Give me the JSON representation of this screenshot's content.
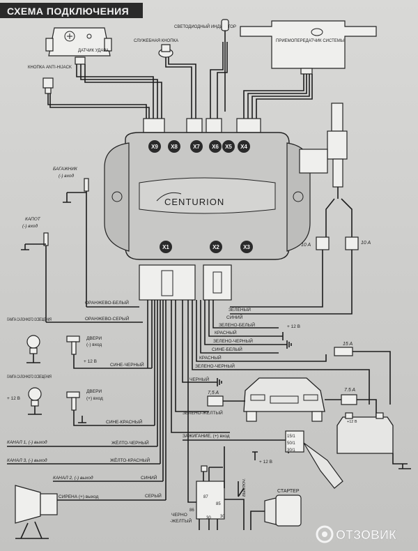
{
  "title": "СХЕМА ПОДКЛЮЧЕНИЯ",
  "brand": "CENTURION",
  "watermark": "ОТЗОВИК",
  "colors": {
    "title_bar": "#2a2a2a",
    "line": "#1c1c1c",
    "paper": "#d6d6d4"
  },
  "components": {
    "shock_sensor": "ДАТЧИК УДАРА",
    "antihijack_button": "КНОПКА ANTI-HIJACK",
    "service_button": "СЛУЖЕБНАЯ КНОПКА",
    "led": "СВЕТОДИОДНЫЙ ИНДИКАТОР",
    "transceiver": "ПРИЕМОПЕРЕДАТЧИК СИСТЕМЫ",
    "trunk": "БАГАЖНИК",
    "trunk_input": "(-) вход",
    "hood": "КАПОТ",
    "hood_input": "(-) вход",
    "cabin_lamp_1": "ЛАМПА САЛОННОГО ОСВЕЩЕНИЯ",
    "cabin_lamp_2": "ЛАМПА САЛОННОГО ОСВЕЩЕНИЯ",
    "doors_minus": "ДВЕРИ",
    "doors_minus_input": "(-) вход",
    "doors_plus": "ДВЕРИ",
    "doors_plus_input": "(+) вход",
    "plus12_1": "+ 12 В",
    "plus12_2": "+ 12 В",
    "plus12_3": "+ 12 В",
    "plus12_4": "+ 12 В",
    "plus12_batt": "+12 В",
    "fuse_10a_left": "10 A",
    "fuse_10a_right": "10 A",
    "fuse_15a": "15 A",
    "fuse_75a_left": "7,5 A",
    "fuse_75a_right": "7.5 A",
    "ignition": "ЗАЖИГАНИЕ, (+) вход",
    "ch1": "КАНАЛ 1, (-) выход",
    "ch3": "КАНАЛ 3, (-) выход",
    "ch2": "КАНАЛ 2, (-) выход",
    "siren": "СИРЕНА (+) выход",
    "starter": "СТАРТЕР",
    "relay_85": "85",
    "relay_86": "86",
    "relay_87": "87",
    "relay_30": "30",
    "relay_30_bot": "30",
    "ign_15": "15/1",
    "ign_50": "50/1",
    "ign_30": "30/1",
    "clutch": "ВЫКЛЮЧ.",
    "black_yellow_1": "ЧЕРНО",
    "black_yellow_2": "-ЖЕЛТЫЙ"
  },
  "connectors": [
    "X9",
    "X8",
    "X7",
    "X6",
    "X5",
    "X4",
    "X1",
    "X2",
    "X3"
  ],
  "wires": {
    "orange_white": "ОРАНЖЕВО-БЕЛЫЙ",
    "orange_gray": "ОРАНЖЕВО-СЕРЫЙ",
    "green": "ЗЕЛЕНЫЙ",
    "blue": "СИНИЙ",
    "green_white": "ЗЕЛЕНО-БЕЛЫЙ",
    "red": "КРАСНЫЙ",
    "green_black": "ЗЕЛЕНО-ЧЕРНЫЙ",
    "blue_white": "СИНЕ-БЕЛЫЙ",
    "red2": "КРАСНЫЙ",
    "green_black2": "ЗЕЛЕНО-ЧЕРНЫЙ",
    "blue_black": "СИНЕ-ЧЕРНЫЙ",
    "black": "ЧЕРНЫЙ",
    "green_yellow": "ЗЕЛЕНО-ЖЕЛТЫЙ",
    "blue_red": "СИНЕ-КРАСНЫЙ",
    "yellow_black": "ЖЁЛТО-ЧЕРНЫЙ",
    "yellow_red": "ЖЁЛТО-КРАСНЫЙ",
    "blue2": "СИНИЙ",
    "gray": "СЕРЫЙ"
  }
}
